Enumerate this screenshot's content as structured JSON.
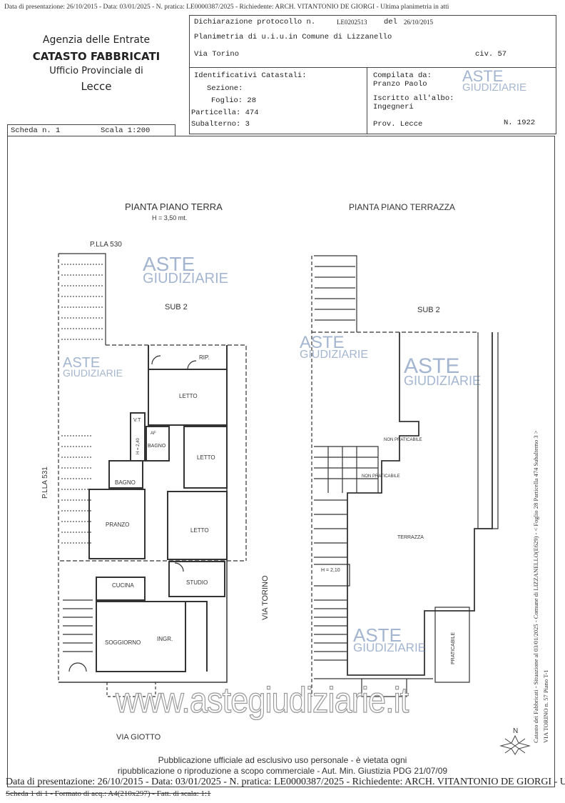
{
  "top_line": "Data di presentazione: 26/10/2015 - Data: 03/01/2025 - N. pratica: LE0000387/2025 - Richiedente: ARCH. VITANTONIO DE GIORGI - Ultima planimetria in atti",
  "agency": {
    "name": "Agenzia delle Entrate",
    "dept": "CATASTO FABBRICATI",
    "office": "Ufficio Provinciale di",
    "city": "Lecce"
  },
  "header": {
    "protocol_label": "Dichiarazione protocollo n.",
    "protocol_no": "LE0202513",
    "del_label": "del",
    "protocol_date": "26/10/2015",
    "planimetria": "Planimetria di u.i.u.in Comune di Lizzanello",
    "street": "Via Torino",
    "civic": "civ. 57",
    "ident_title": "Identificativi Catastali:",
    "sezione": "Sezione:",
    "foglio": "Foglio: 28",
    "particella": "Particella: 474",
    "subalterno": "Subalterno: 3",
    "compilata_label": "Compilata da:",
    "compilata_name": "Pranzo Paolo",
    "albo_label": "Iscritto all'albo:",
    "albo": "Ingegneri",
    "prov": "Prov. Lecce",
    "number": "N. 1922"
  },
  "scheda": {
    "label": "Scheda n. 1",
    "scale": "Scala 1:200"
  },
  "plan_ground": {
    "title": "PIANTA PIANO TERRA",
    "height": "H = 3,50 mt.",
    "plla_530": "P.LLA 530",
    "plla_531": "P.LLA 531",
    "sub2": "SUB 2",
    "rooms": [
      "RIP.",
      "LETTO",
      "V.T",
      "BAGNO",
      "LETTO",
      "H = 2,40",
      "BAGNO",
      "PRANZO",
      "LETTO",
      "STUDIO",
      "CUCINA",
      "SOGGIORNO",
      "INGR.",
      "AF"
    ],
    "street_east": "VIA TORINO",
    "street_south": "VIA GIOTTO"
  },
  "plan_terrace": {
    "title": "PIANTA PIANO TERRAZZA",
    "sub2": "SUB 2",
    "non_prat_1": "NON PRATICABILE",
    "non_prat_2": "NON PRATICABILE",
    "terrazza": "TERRAZZA",
    "height": "H = 2,10",
    "praticabile": "PRATICABILE"
  },
  "side_text": {
    "line1": "Catasto dei Fabbricati - Situazione al 03/01/2025 - Comune di LIZZANELLO(E629) - < Foglio 28 Particella 474 Subalterno 3 >",
    "line2": "VIA TORINO n. 57 Piano T-1"
  },
  "compass_label": "N",
  "watermark": {
    "line1": "ASTE",
    "line2": "GIUDIZIARIE",
    "url": "www.astegiudiziarie.it"
  },
  "footer": {
    "notice1": "Pubblicazione ufficiale ad esclusivo uso personale - è vietata ogni",
    "notice2": "ripubblicazione o riproduzione a scopo commerciale - Aut. Min. Giustizia PDG 21/07/09",
    "data_line": "Data di presentazione: 26/10/2015 - Data: 03/01/2025 - N. pratica: LE0000387/2025 - Richiedente: ARCH. VITANTONIO DE GIORGI - U",
    "scheda_line": "Scheda 1 di 1 - Formato di acq.: A4(210x297) - Fatt. di scala: 1:1"
  }
}
